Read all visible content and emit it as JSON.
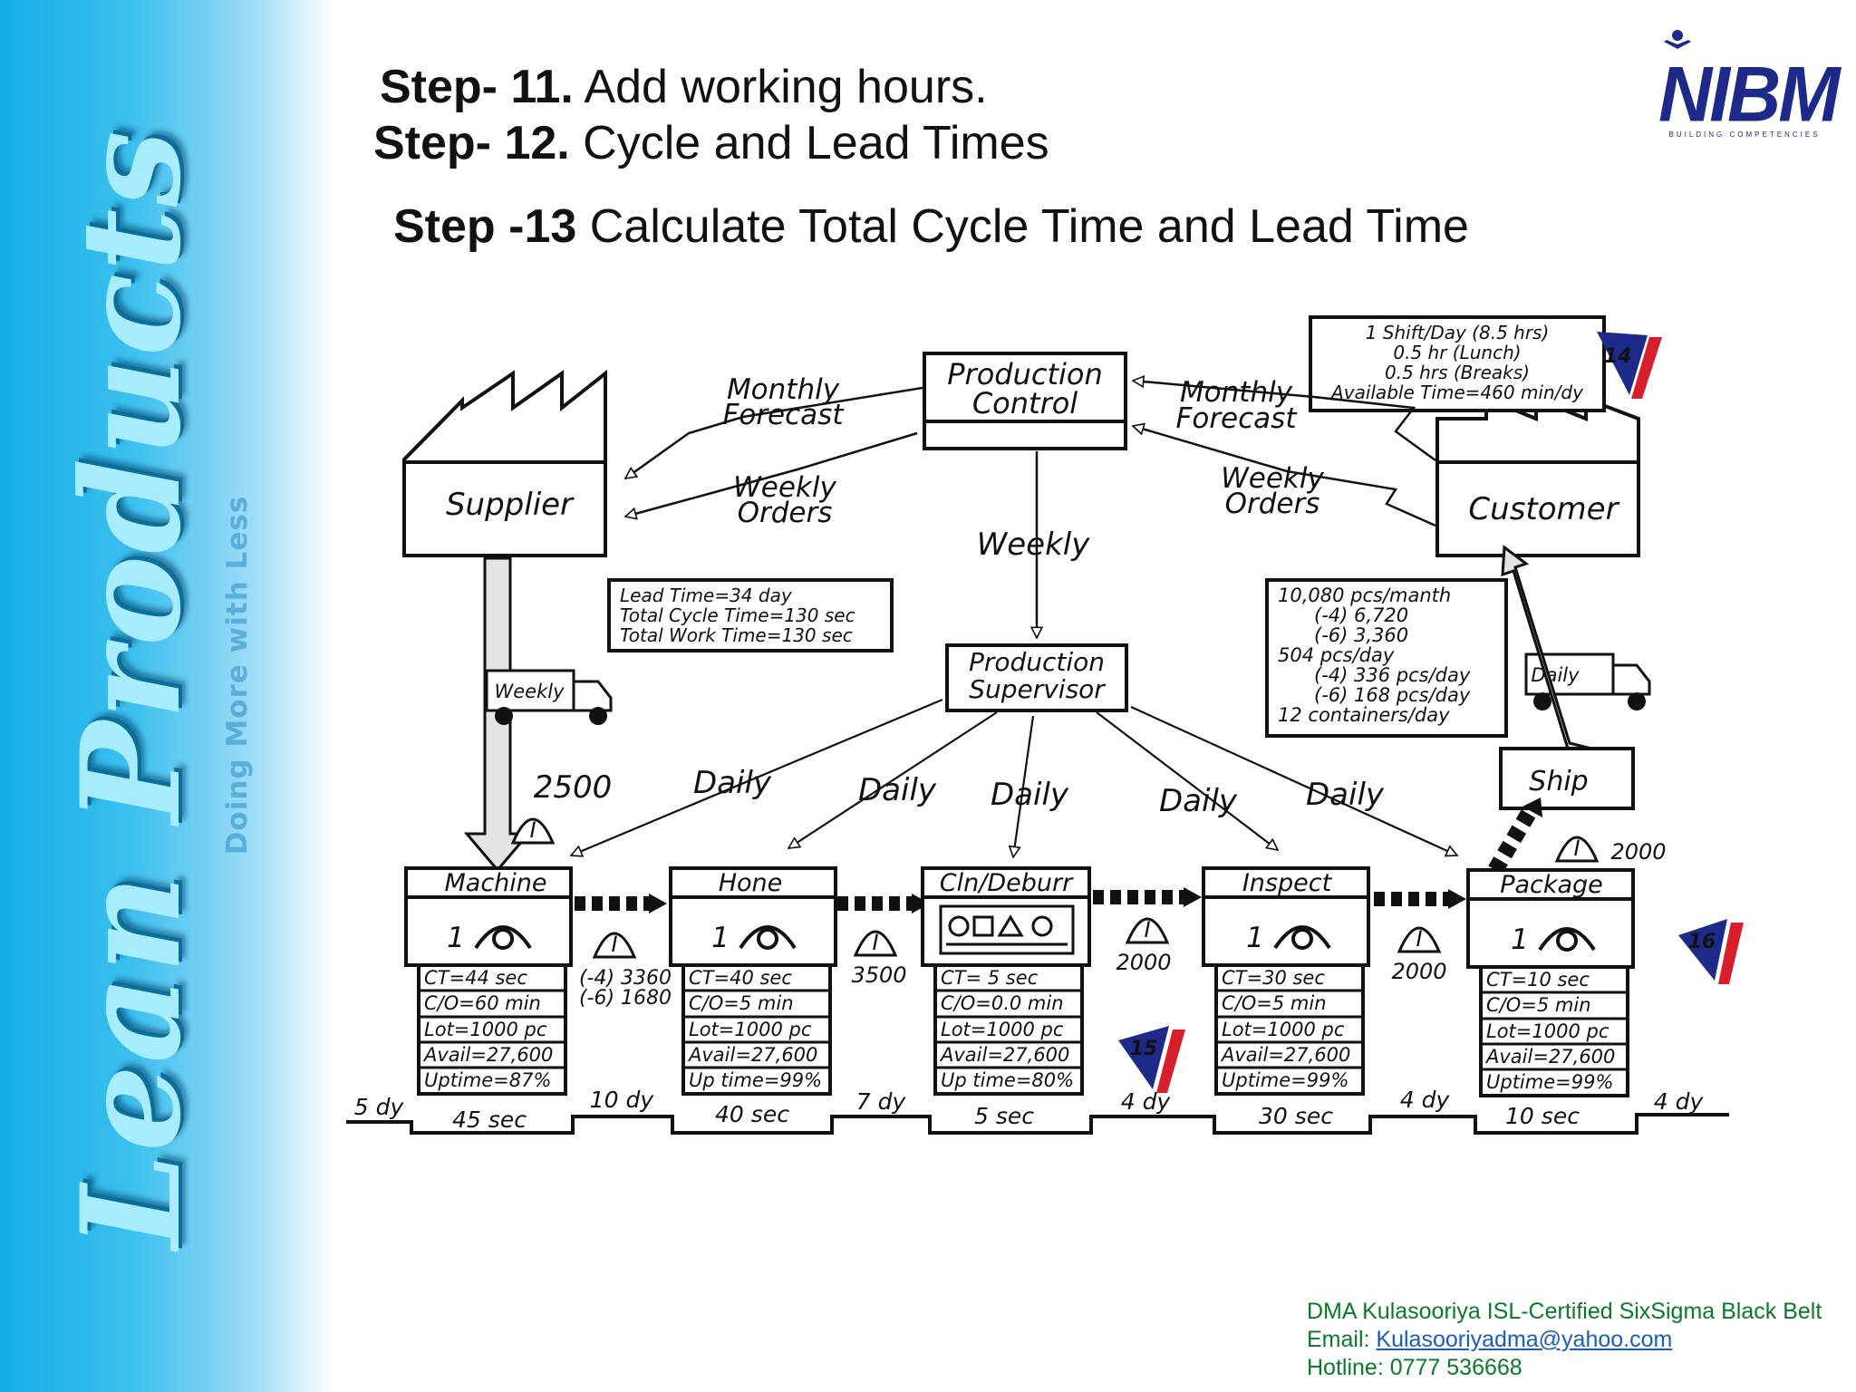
{
  "slide": {
    "sidebar_title": "Lean Products",
    "sidebar_subtitle": "Doing More with Less",
    "step11_bold": "Step- 11.",
    "step11_text": " Add working hours.",
    "step12_bold": "Step- 12.",
    "step12_text": " Cycle and Lead Times",
    "step13_bold": "Step -13",
    "step13_text": " Calculate Total Cycle Time and Lead Time",
    "logo_name": "NIBM",
    "logo_tagline": "BUILDING COMPETENCIES"
  },
  "vsm": {
    "supplier": "Supplier",
    "customer": "Customer",
    "production_control": [
      "Production",
      "Control"
    ],
    "production_supervisor": [
      "Production",
      "Supervisor"
    ],
    "monthly_forecast": [
      "Monthly",
      "Forecast"
    ],
    "weekly_orders": [
      "Weekly",
      "Orders"
    ],
    "weekly": "Weekly",
    "daily": "Daily",
    "ship": "Ship",
    "working_hours": [
      "1 Shift/Day (8.5 hrs)",
      "0.5 hr (Lunch)",
      "0.5 hrs (Breaks)",
      "Available Time=460 min/dy"
    ],
    "summary": [
      "Lead Time=34 day",
      "Total Cycle Time=130 sec",
      "Total Work Time=130 sec"
    ],
    "demand": [
      "10,080 pcs/manth",
      "(-4) 6,720",
      "(-6) 3,360",
      "504 pcs/day",
      "(-4) 336 pcs/day",
      "(-6) 168 pcs/day",
      "12 containers/day"
    ],
    "supplier_inventory": "2500",
    "ship_inventory": "2000",
    "inv_machine_hone": [
      "(-4) 3360",
      "(-6) 1680"
    ],
    "inv_hone_cln": "3500",
    "inv_cln_inspect": "2000",
    "inv_inspect_package": "2000",
    "operator_count": "1",
    "inventory_symbol": "I",
    "badges": [
      "14",
      "15",
      "16"
    ],
    "processes": [
      {
        "name": "Machine",
        "data": [
          "CT=44 sec",
          "C/O=60 min",
          "Lot=1000 pc",
          "Avail=27,600",
          "Uptime=87%"
        ]
      },
      {
        "name": "Hone",
        "data": [
          "CT=40 sec",
          "C/O=5 min",
          "Lot=1000 pc",
          "Avail=27,600",
          "Up time=99%"
        ]
      },
      {
        "name": "Cln/Deburr",
        "data": [
          "CT= 5 sec",
          "C/O=0.0 min",
          "Lot=1000 pc",
          "Avail=27,600",
          "Up time=80%"
        ]
      },
      {
        "name": "Inspect",
        "data": [
          "CT=30 sec",
          "C/O=5 min",
          "Lot=1000 pc",
          "Avail=27,600",
          "Uptime=99%"
        ]
      },
      {
        "name": "Package",
        "data": [
          "CT=10 sec",
          "C/O=5 min",
          "Lot=1000 pc",
          "Avail=27,600",
          "Uptime=99%"
        ]
      }
    ],
    "timeline_days": [
      "5 dy",
      "10 dy",
      "7 dy",
      "4 dy",
      "4 dy",
      "4 dy"
    ],
    "timeline_secs": [
      "45 sec",
      "40 sec",
      "5 sec",
      "30 sec",
      "10 sec"
    ]
  },
  "footer": {
    "line1": "DMA Kulasooriya ISL-Certified SixSigma Black Belt",
    "email_label": "Email: ",
    "email": "Kulasooriyadma@yahoo.com",
    "hotline": "Hotline: 0777 536668"
  }
}
